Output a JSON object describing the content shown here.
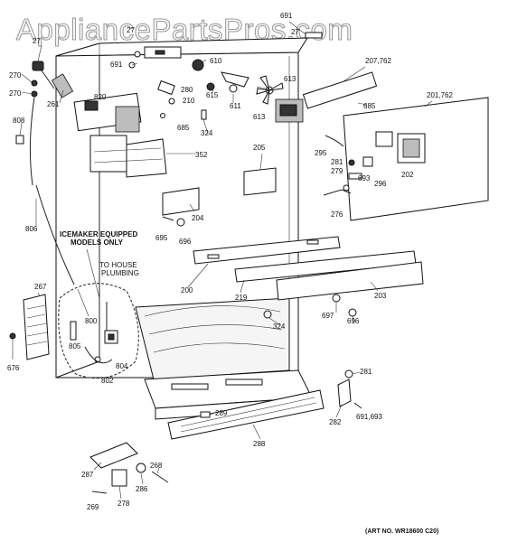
{
  "watermark": "AppliancePartsPros.com",
  "art_number": "(ART NO. WR18600 C20)",
  "notes": {
    "icemaker_line1": "ICEMAKER EQUIPPED",
    "icemaker_line2": "MODELS ONLY",
    "plumbing_line1": "TO HOUSE",
    "plumbing_line2": "PLUMBING"
  },
  "part_labels": [
    "691",
    "27",
    "27",
    "27",
    "270",
    "270",
    "261",
    "808",
    "806",
    "691",
    "610",
    "615",
    "280",
    "611",
    "613",
    "613",
    "207,762",
    "820",
    "210",
    "685",
    "324",
    "352",
    "685",
    "201,762",
    "295",
    "281",
    "279",
    "693",
    "296",
    "202",
    "276",
    "205",
    "204",
    "695",
    "696",
    "200",
    "219",
    "203",
    "697",
    "696",
    "267",
    "676",
    "800",
    "805",
    "804",
    "802",
    "324",
    "281",
    "282",
    "691,693",
    "289",
    "288",
    "287",
    "286",
    "268",
    "269",
    "278"
  ]
}
